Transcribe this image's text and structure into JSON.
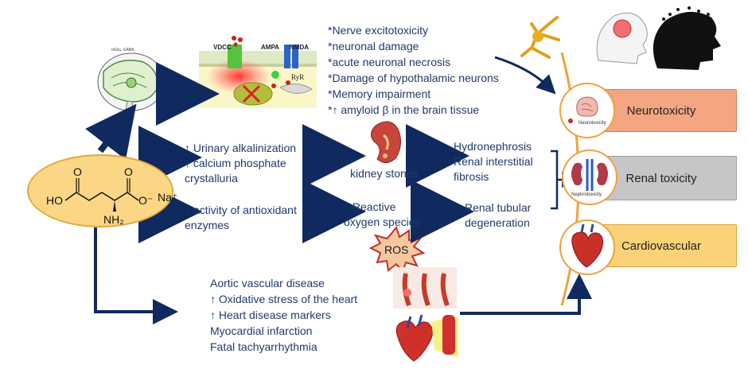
{
  "molecule": {
    "ho": "HO",
    "o_top_left": "O",
    "o_top_right": "O",
    "o_minus": "O⁻",
    "na": "Na⁺",
    "nh2": "NH₂"
  },
  "neuro_effects": [
    "*Nerve excitotoxicity",
    "*neuronal damage",
    "*acute neuronal necrosis",
    "*Damage of hypothalamic neurons",
    "*Memory impairment",
    "*↑ amyloid β in the brain tissue"
  ],
  "receptor_labels": {
    "vdcc": "VDCC",
    "ampa": "AMPA",
    "nmda": "NMDA",
    "ryr": "RyR"
  },
  "renal_a": [
    "↑  Urinary alkalinization",
    "↑  calcium phosphate",
    "crystalluria"
  ],
  "renal_b": [
    "↓  activity of antioxidant",
    "enzymes"
  ],
  "kidney_stones": "kidney stones",
  "ros_text": [
    "↑  Reactive",
    "oxygen species"
  ],
  "ros_badge": "ROS",
  "renal_outcomes_a": [
    "Hydronephrosis",
    "Renal interstitial",
    "fibrosis"
  ],
  "renal_outcomes_b": [
    "Renal tubular",
    "degeneration"
  ],
  "cardio_effects": [
    "Aortic  vascular disease",
    "↑  Oxidative  stress of the heart",
    "↑  Heart disease markers",
    "Myocardial  infarction",
    "Fatal tachyarrhythmia"
  ],
  "outcomes": [
    {
      "label": "Neurotoxicity",
      "color": "#f4a582"
    },
    {
      "label": "Renal toxicity",
      "color": "#c6c6c6"
    },
    {
      "label": "Cardiovascular",
      "color": "#fbd277"
    }
  ],
  "icon_labels": {
    "neuro": "Neurotoxicity",
    "nephro": "Nephrotoxicity"
  },
  "colors": {
    "arrow": "#102a60",
    "accent": "#f2a040",
    "molecule_bg": "#fbd785"
  }
}
